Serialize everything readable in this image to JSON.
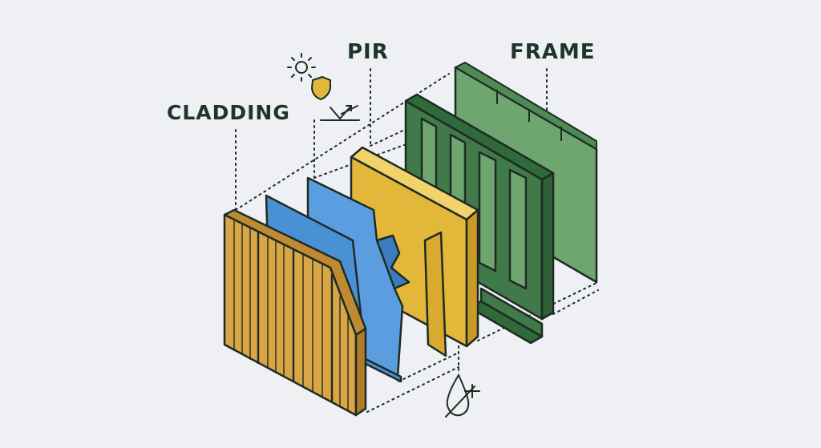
{
  "labels": {
    "cladding": "CLADDING",
    "pir": "PIR",
    "frame": "FRAME"
  },
  "icons": {
    "sun_shield": "sun-shield-reflect-icon",
    "vapor_drop": "crossed-drop-icon"
  },
  "colors": {
    "background": "#eef0f3",
    "outline": "#1e2b24",
    "cladding_wood": "#d9a545",
    "membrane_blue": "#4a90d4",
    "pir_yellow": "#e3b83a",
    "frame_dark_green": "#3f7a48",
    "frame_light_green": "#6fa66f",
    "label_text": "#1f3529"
  }
}
